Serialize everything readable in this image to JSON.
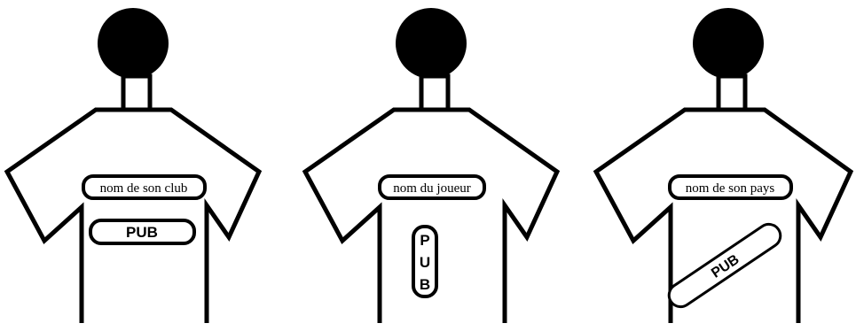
{
  "figures": [
    {
      "id": "club",
      "name_label": "nom de son club",
      "pub_label": "PUB",
      "pub_orientation": "horizontal"
    },
    {
      "id": "joueur",
      "name_label": "nom du joueur",
      "pub_label": "PUB",
      "pub_orientation": "vertical"
    },
    {
      "id": "pays",
      "name_label": "nom de son pays",
      "pub_label": "PUB",
      "pub_orientation": "diagonal"
    }
  ],
  "colors": {
    "ink": "#000000",
    "paper": "#ffffff"
  }
}
